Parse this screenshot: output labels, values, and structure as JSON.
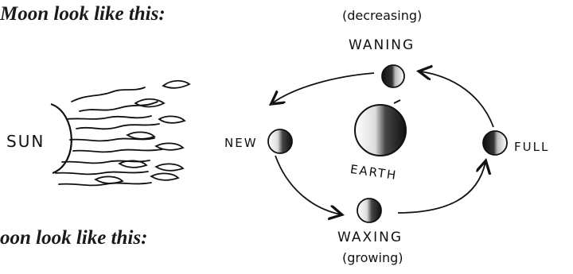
{
  "captions": {
    "top": "Moon look like this:",
    "bottom": "oon look like this:"
  },
  "sun": {
    "label": "SUN"
  },
  "earth": {
    "label": "EARTH"
  },
  "phases": {
    "waning": {
      "note": "(decreasing)",
      "label": "WANING"
    },
    "full": {
      "label": "FULL"
    },
    "new": {
      "label": "NEW"
    },
    "waxing": {
      "label": "WAXING",
      "note": "(growing)"
    }
  },
  "colors": {
    "ink": "#111111",
    "paper": "#ffffff"
  }
}
